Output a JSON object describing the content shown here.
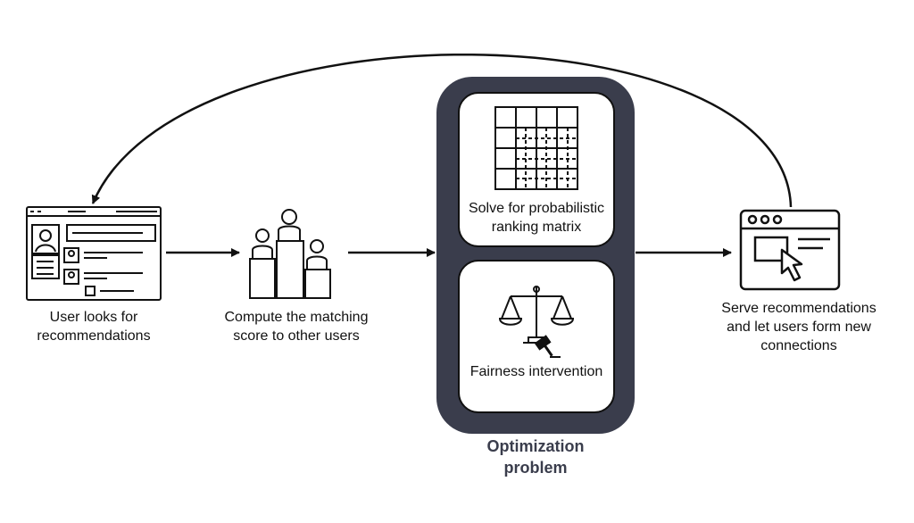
{
  "steps": {
    "user": {
      "line1": "User looks for",
      "line2": "recommendations"
    },
    "compute": {
      "line1": "Compute the matching",
      "line2": "score to other users"
    },
    "solve": {
      "line1": "Solve for probabilistic",
      "line2": "ranking matrix"
    },
    "fairness": {
      "label": "Fairness intervention"
    },
    "serve": {
      "line1": "Serve recommendations",
      "line2": "and let users form new",
      "line3": "connections"
    }
  },
  "optimization": {
    "line1": "Optimization",
    "line2": "problem"
  },
  "colors": {
    "panel_dark": "#3a3d4c",
    "stroke": "#111111",
    "background": "#ffffff"
  }
}
